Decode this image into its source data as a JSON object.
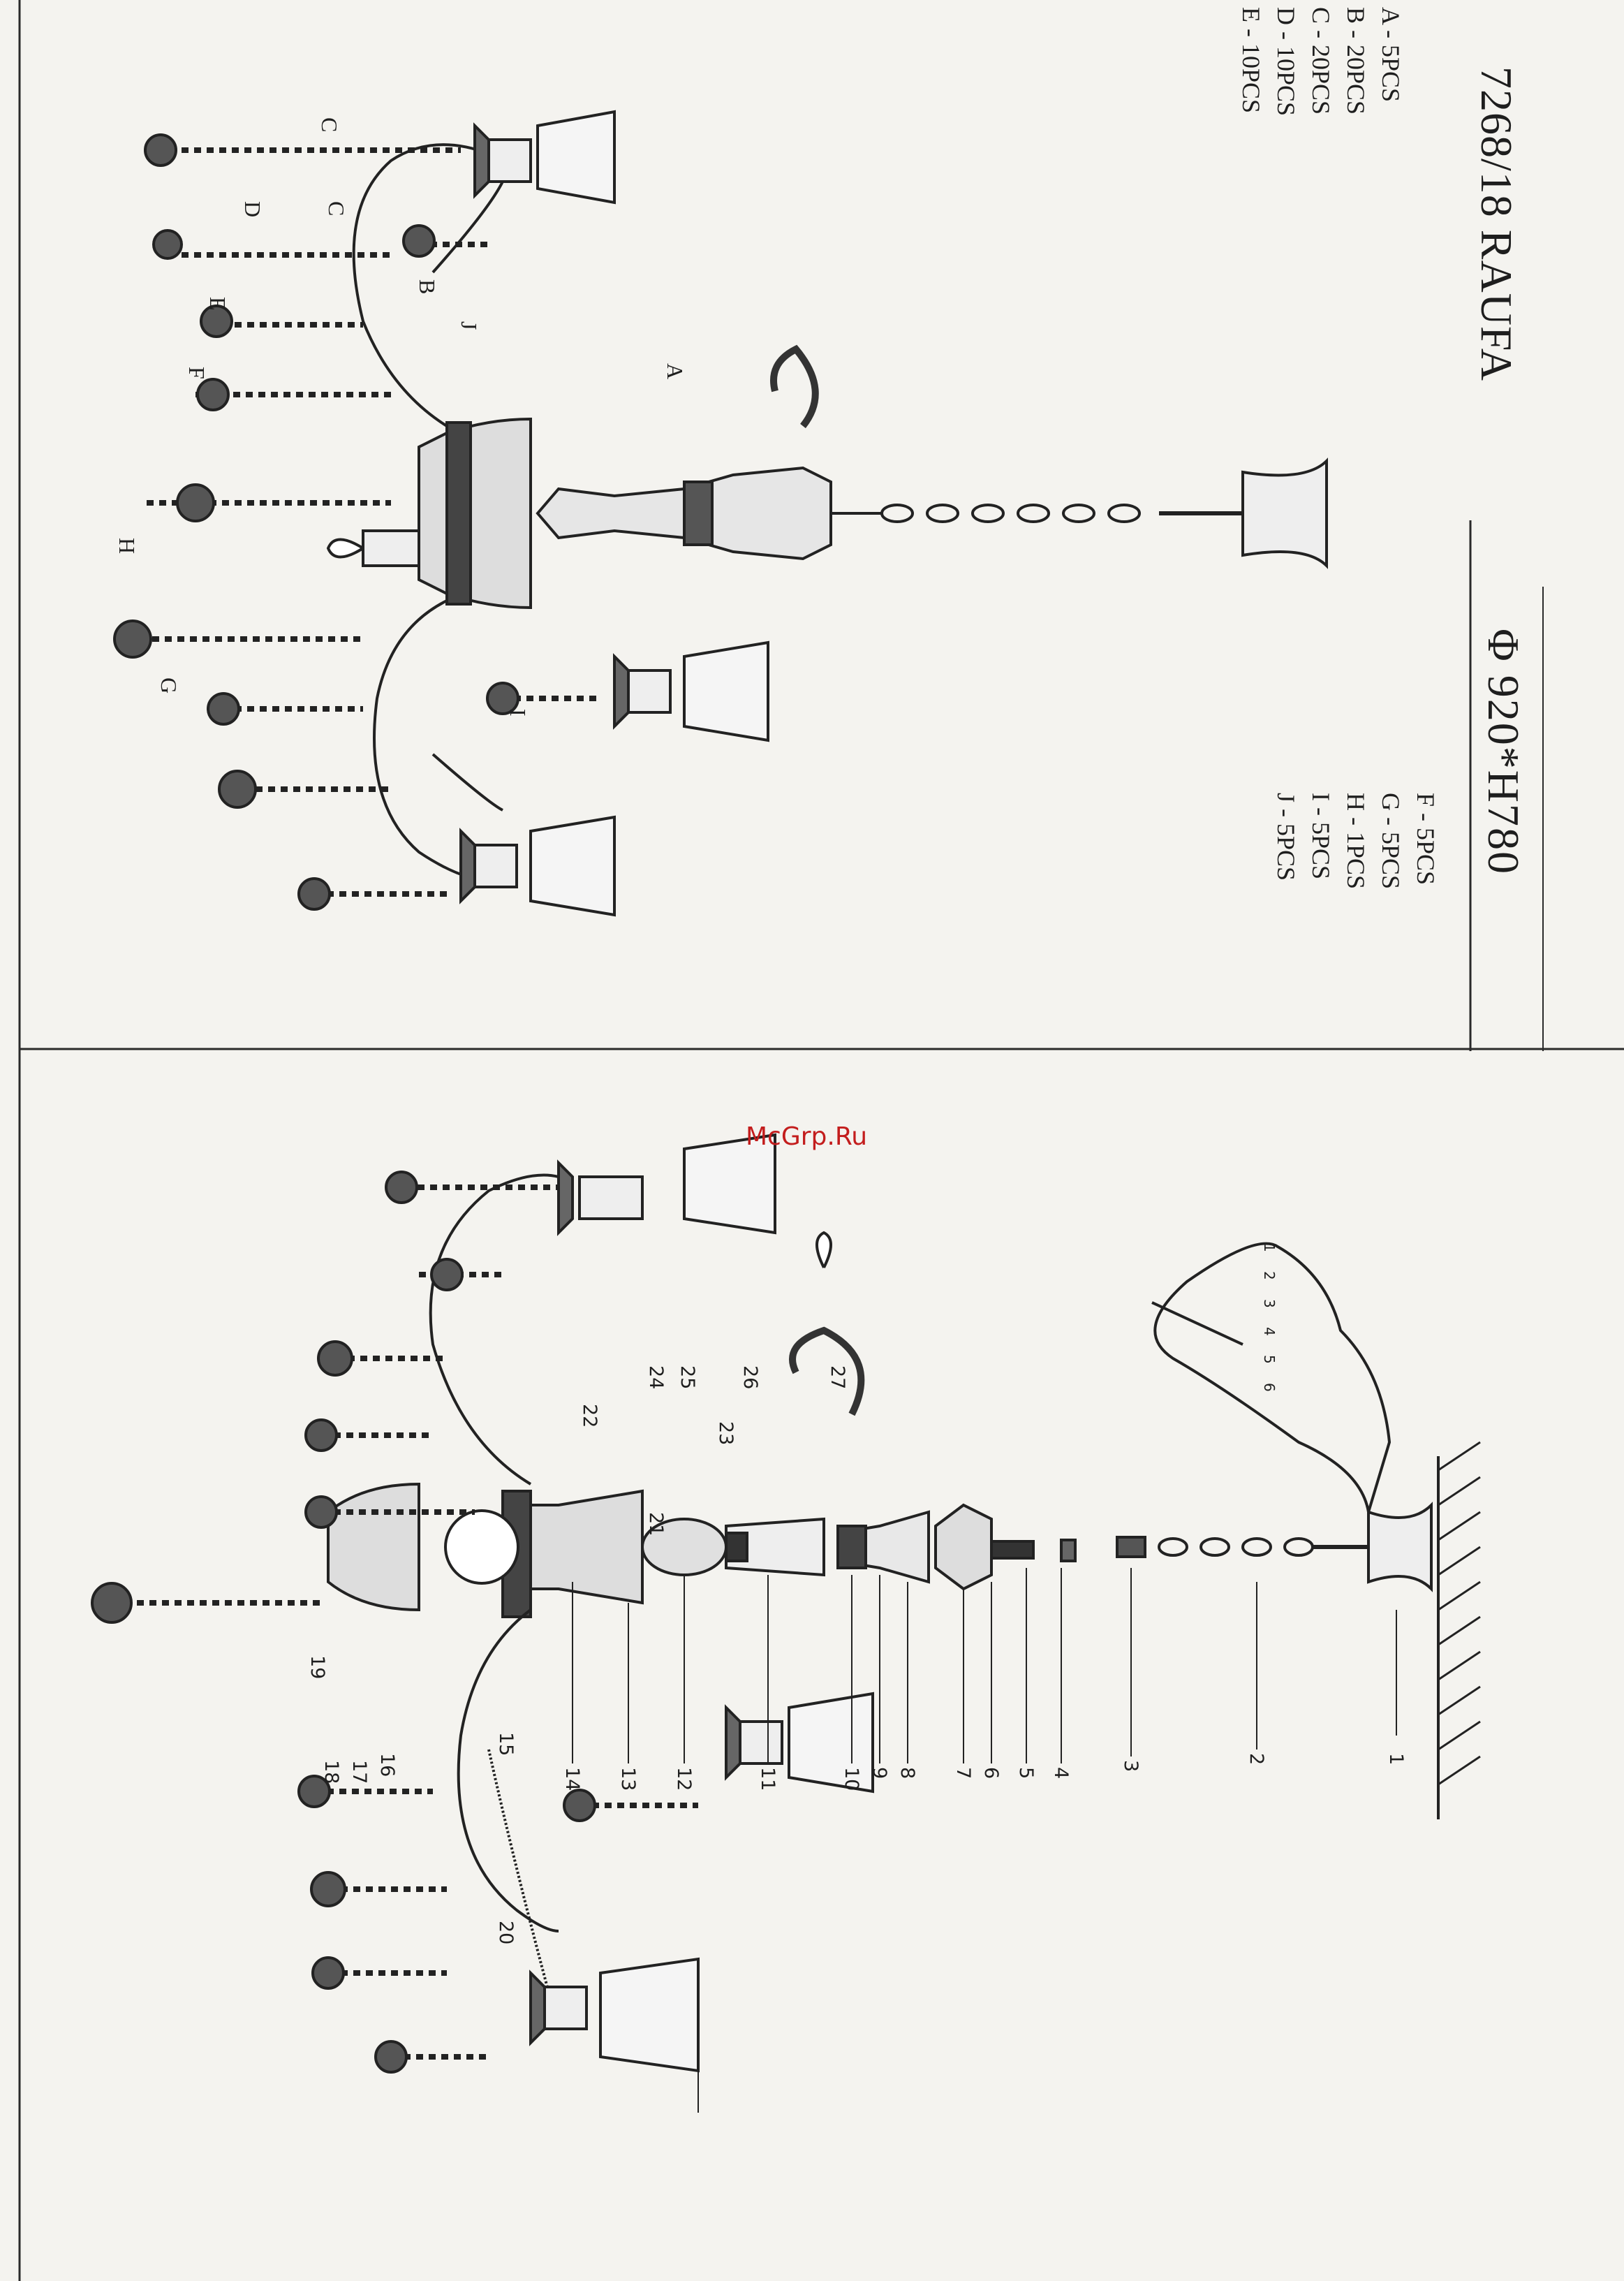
{
  "header": {
    "model_title": "7268/18 RAUFA",
    "dimensions": "Φ 920*H780"
  },
  "parts_list_left": [
    "A - 5PCS",
    "B - 20PCS",
    "C - 20PCS",
    "D - 10PCS",
    "E - 10PCS"
  ],
  "parts_list_right": [
    "F - 5PCS",
    "G - 5PCS",
    "H - 1PCS",
    "I - 5PCS",
    "J - 5PCS"
  ],
  "assembled_view_labels": [
    "A",
    "B",
    "C",
    "C",
    "D",
    "E",
    "F",
    "G",
    "H",
    "I",
    "J"
  ],
  "exploded_view_numbers": [
    "1",
    "2",
    "3",
    "4",
    "5",
    "6",
    "7",
    "8",
    "9",
    "10",
    "11",
    "12",
    "13",
    "14",
    "15",
    "16",
    "17",
    "18",
    "19",
    "20",
    "21",
    "22",
    "23",
    "24",
    "25",
    "26",
    "27"
  ],
  "detail_numbers": [
    "1",
    "2",
    "3",
    "4",
    "5",
    "6"
  ],
  "watermark": "McGrp.Ru",
  "colors": {
    "paper": "#f4f3ef",
    "ink": "#1a1a1a",
    "watermark": "#c31d1d"
  }
}
